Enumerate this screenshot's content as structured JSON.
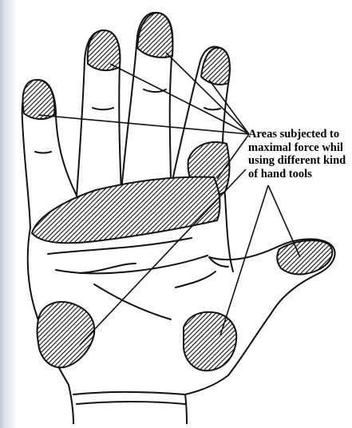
{
  "diagram": {
    "callout_lines": [
      "Areas subjected to",
      "maximal force whil",
      "using different kind",
      "of hand tools"
    ]
  },
  "colors": {
    "ink": "#111111",
    "paper": "#ffffff"
  }
}
